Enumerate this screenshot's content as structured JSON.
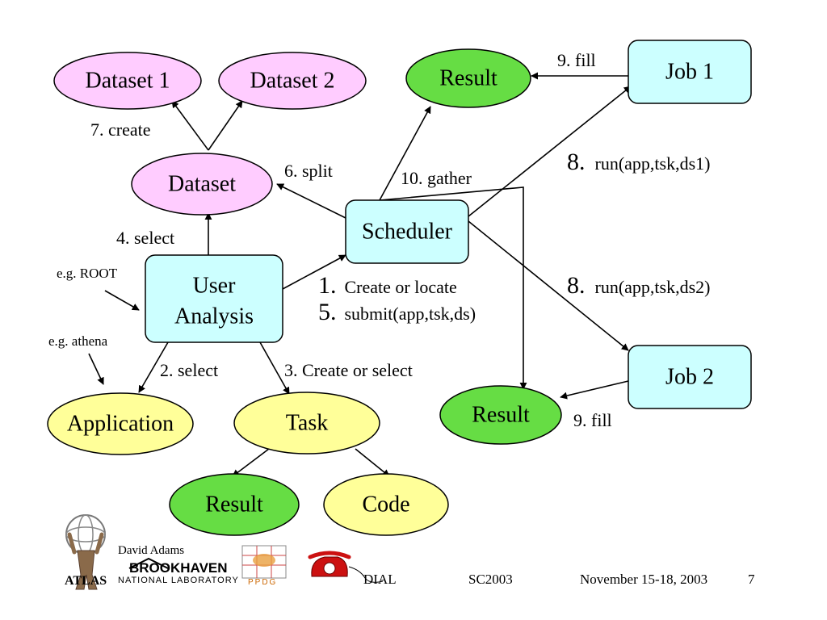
{
  "nodes": {
    "dataset1": "Dataset 1",
    "dataset2": "Dataset 2",
    "dataset": "Dataset",
    "user_analysis_line1": "User",
    "user_analysis_line2": "Analysis",
    "application": "Application",
    "task": "Task",
    "task_result": "Result",
    "code": "Code",
    "scheduler": "Scheduler",
    "result_top": "Result",
    "result_bottom": "Result",
    "job1": "Job 1",
    "job2": "Job 2"
  },
  "edge_labels": {
    "create": "7. create",
    "split": "6. split",
    "select4": "4. select",
    "select2": "2. select",
    "create_or_select": "3. Create or select",
    "gather": "10. gather",
    "fill_top": "9. fill",
    "fill_bottom": "9. fill",
    "run1_num": "8.",
    "run1_text": "run(app,tsk,ds1)",
    "run2_num": "8.",
    "run2_text": "run(app,tsk,ds2)",
    "create_locate_num": "1.",
    "create_locate_text": "Create or locate",
    "submit_num": "5.",
    "submit_text": "submit(app,tsk,ds)",
    "eg_root": "e.g. ROOT",
    "eg_athena": "e.g. athena"
  },
  "footer": {
    "author": "David Adams",
    "atlas": "ATLAS",
    "bnl_name": "BROOKHAVEN",
    "bnl_sub": "NATIONAL LABORATORY",
    "ppdg": "PPDG",
    "project": "DIAL",
    "conference": "SC2003",
    "date": "November 15-18, 2003",
    "page": "7"
  },
  "colors": {
    "dataset_fill": "#ffccff",
    "job_fill": "#ccffff",
    "result_fill": "#66dd44",
    "app_fill": "#ffff99"
  }
}
